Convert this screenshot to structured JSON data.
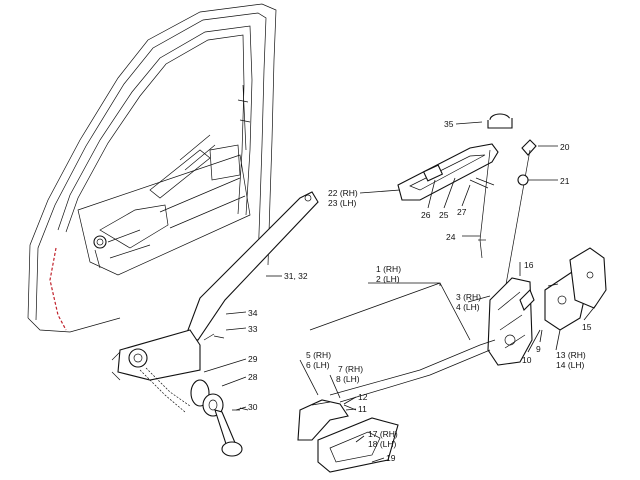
{
  "diagram": {
    "labels": {
      "p1_2": [
        "1 (RH)",
        "2 (LH)"
      ],
      "p3_4": [
        "3 (RH)",
        "4 (LH)"
      ],
      "p5_6": [
        "5 (RH)",
        "6 (LH)"
      ],
      "p7_8": [
        "7 (RH)",
        "8 (LH)"
      ],
      "p9": "9",
      "p10": "10",
      "p11": "11",
      "p12": "12",
      "p13_14": [
        "13 (RH)",
        "14 (LH)"
      ],
      "p15": "15",
      "p16": "16",
      "p17_18": [
        "17 (RH)",
        "18 (LH)"
      ],
      "p19": "19",
      "p20": "20",
      "p21": "21",
      "p22_23": [
        "22 (RH)",
        "23 (LH)"
      ],
      "p24": "24",
      "p25": "25",
      "p26": "26",
      "p27": "27",
      "p28": "28",
      "p29": "29",
      "p30": "30",
      "p31_32": "31, 32",
      "p33": "33",
      "p34": "34",
      "p35": "35"
    }
  }
}
